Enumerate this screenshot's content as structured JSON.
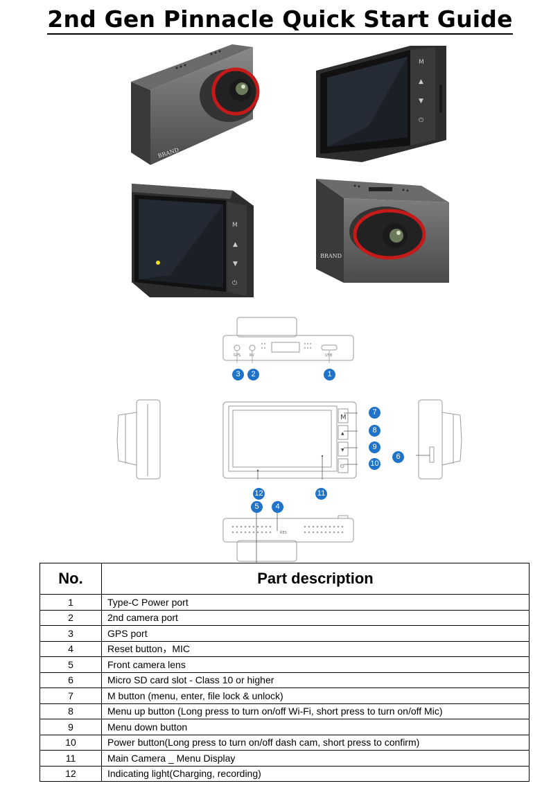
{
  "title": "2nd Gen Pinnacle Quick Start Guide",
  "brand_text": "BRAND",
  "front_labels": {
    "gps": "GPS",
    "rv": "RV",
    "usb": "USB",
    "res": "RES"
  },
  "button_glyphs": {
    "m": "M",
    "up": "▲",
    "down": "▼",
    "power": "⏻"
  },
  "callouts": [
    "1",
    "2",
    "3",
    "4",
    "5",
    "6",
    "7",
    "8",
    "9",
    "10",
    "11",
    "12"
  ],
  "table": {
    "header_no": "No.",
    "header_desc": "Part description",
    "rows": [
      {
        "no": "1",
        "desc": "Type-C Power port"
      },
      {
        "no": "2",
        "desc": "2nd camera port"
      },
      {
        "no": "3",
        "desc": "GPS port"
      },
      {
        "no": "4",
        "desc": "Reset button，MIC"
      },
      {
        "no": "5",
        "desc": "Front camera lens"
      },
      {
        "no": "6",
        "desc": " Micro SD card slot - Class 10 or higher"
      },
      {
        "no": "7",
        "desc": "M button (menu, enter, file lock & unlock)"
      },
      {
        "no": "8",
        "desc": "Menu up button (Long press to turn on/off Wi-Fi, short press to turn on/off Mic)"
      },
      {
        "no": "9",
        "desc": "Menu down button"
      },
      {
        "no": "10",
        "desc": "Power button(Long press to turn on/off dash cam, short press to confirm)"
      },
      {
        "no": "11",
        "desc": "Main Camera _ Menu Display"
      },
      {
        "no": "12",
        "desc": "Indicating light(Charging, recording)"
      }
    ]
  }
}
